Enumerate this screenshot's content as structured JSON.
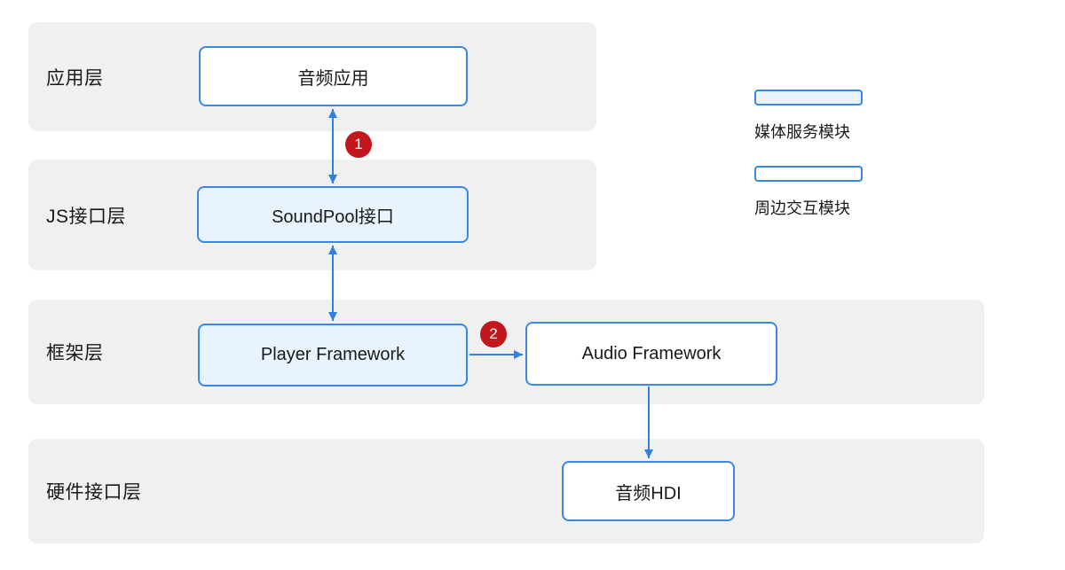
{
  "diagram": {
    "layers": [
      {
        "label": "应用层"
      },
      {
        "label": "JS接口层"
      },
      {
        "label": "框架层"
      },
      {
        "label": "硬件接口层"
      }
    ],
    "nodes": [
      {
        "label": "音频应用"
      },
      {
        "label": "SoundPool接口"
      },
      {
        "label": "Player Framework"
      },
      {
        "label": "Audio Framework"
      },
      {
        "label": "音频HDI"
      }
    ],
    "badges": [
      "1",
      "2"
    ],
    "legend": [
      {
        "label": "媒体服务模块"
      },
      {
        "label": "周边交互模块"
      }
    ],
    "colors": {
      "band_gray": "#f0f0f0",
      "node_border_blue": "#3a87e8",
      "node_fill_light": "#e9f3fd",
      "node_fill_white": "#ffffff",
      "arrow_blue": "#2f80e2",
      "badge_red": "#c1171d",
      "text_dark": "#191919"
    }
  }
}
